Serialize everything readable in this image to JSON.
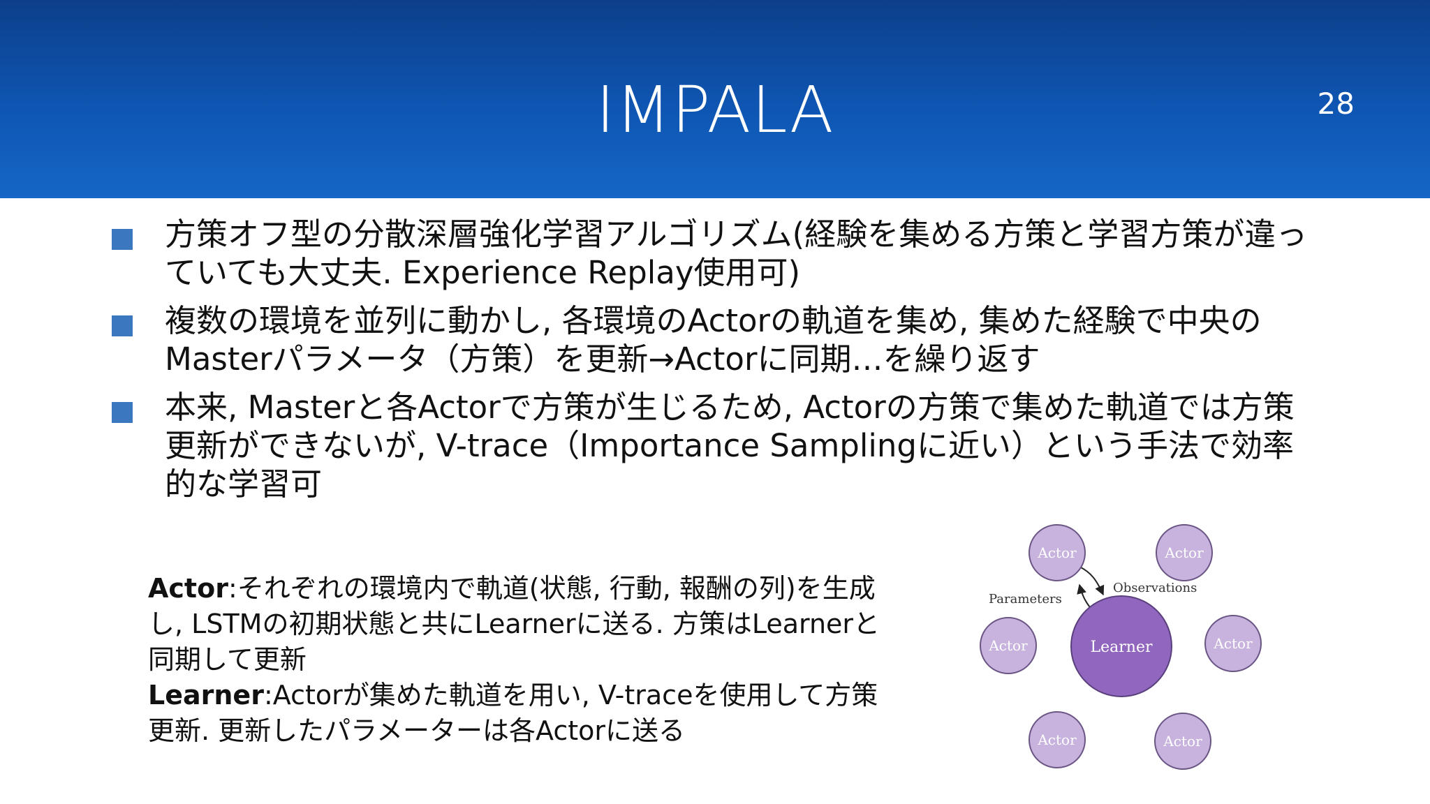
{
  "slide": {
    "title": "IMPALA",
    "page_number": "28"
  },
  "bullets": [
    {
      "text": "方策オフ型の分散深層強化学習アルゴリズム(経験を集める方策と学習方策が違っていても大丈夫. Experience Replay使用可)"
    },
    {
      "text": "複数の環境を並列に動かし, 各環境のActorの軌道を集め, 集めた経験で中央のMasterパラメータ（方策）を更新→Actorに同期…を繰り返す"
    },
    {
      "text": "本来, Masterと各Actorで方策が生じるため, Actorの方策で集めた軌道では方策更新ができないが, V-trace（Importance Samplingに近い）という手法で効率的な学習可"
    }
  ],
  "definitions": {
    "actor_term": "Actor",
    "actor_text": ":それぞれの環境内で軌道(状態, 行動, 報酬の列)を生成し, LSTMの初期状態と共にLearnerに送る. 方策はLearnerと同期して更新",
    "learner_term": "Learner",
    "learner_text": ":Actorが集めた軌道を用い, V-traceを使用して方策更新. 更新したパラメーターは各Actorに送る"
  },
  "diagram": {
    "center_label": "Learner",
    "node_label": "Actor",
    "parameters_label": "Parameters",
    "observations_label": "Observations",
    "actor_fill": "#c7b3dd",
    "learner_fill": "#9066bf",
    "stroke": "#6a5585"
  },
  "colors": {
    "header_blue": "#0f56b3",
    "bullet_blue": "#3a77be"
  }
}
